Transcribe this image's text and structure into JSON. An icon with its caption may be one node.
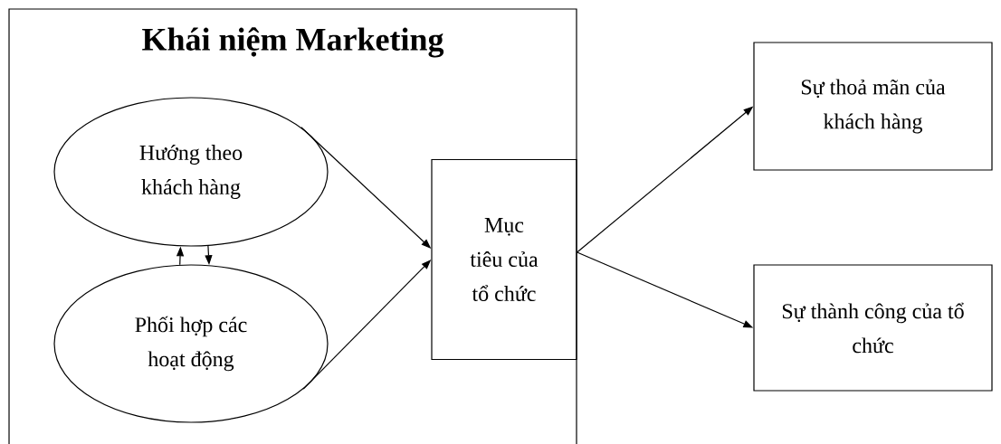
{
  "diagram": {
    "nodes": [
      {
        "text": [
          "Khái niệm Marketing"
        ]
      },
      {
        "text": [
          "Hướng theo khách hàng"
        ],
        "in": 0
      },
      {
        "text": [
          "Phối hợp các hoạt động"
        ],
        "in": 0
      },
      {
        "text": [
          "Mục tiêu của tổ chức"
        ],
        "in": 0
      },
      {
        "text": [
          "Sự thoả mãn của khách hàng"
        ]
      },
      {
        "text": [
          "Sự thành công của tổ chức"
        ]
      }
    ],
    "edges": [
      {
        "from": 1,
        "to": 3,
        "arrow": "to"
      },
      {
        "from": 2,
        "to": 3,
        "arrow": "to"
      },
      {
        "from": 2,
        "to": 1,
        "arrow": "to"
      },
      {
        "from": 1,
        "to": 2,
        "arrow": "to"
      },
      {
        "from": 3,
        "to": 4,
        "arrow": "to"
      },
      {
        "from": 3,
        "to": 5,
        "arrow": "to"
      }
    ]
  }
}
